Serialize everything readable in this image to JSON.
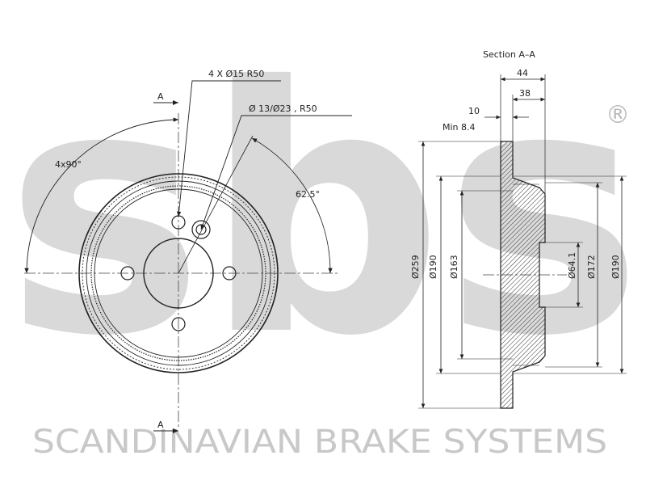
{
  "brand": {
    "logo_text": "sbs",
    "registered_mark": "®",
    "footer": "SCANDINAVIAN BRAKE SYSTEMS",
    "watermark_color": "#d9d9d9"
  },
  "front_view": {
    "section_marker_top": "A",
    "section_marker_bottom": "A",
    "bolt_holes": "4 X Ø15   R50",
    "pilot_hole": "Ø 13/Ø23 , R50",
    "hole_spacing": "4x90°",
    "pilot_angle": "62.5°"
  },
  "section_view": {
    "title": "Section A–A",
    "overall_height": "44",
    "hat_height": "38",
    "thickness": "10",
    "min_thickness": "Min 8.4",
    "outer_diameter": "Ø259",
    "friction_inner": "Ø190",
    "friction_inner_2": "Ø163",
    "center_bore": "Ø64.1",
    "hat_outer": "Ø172",
    "hat_diameter": "Ø190"
  }
}
